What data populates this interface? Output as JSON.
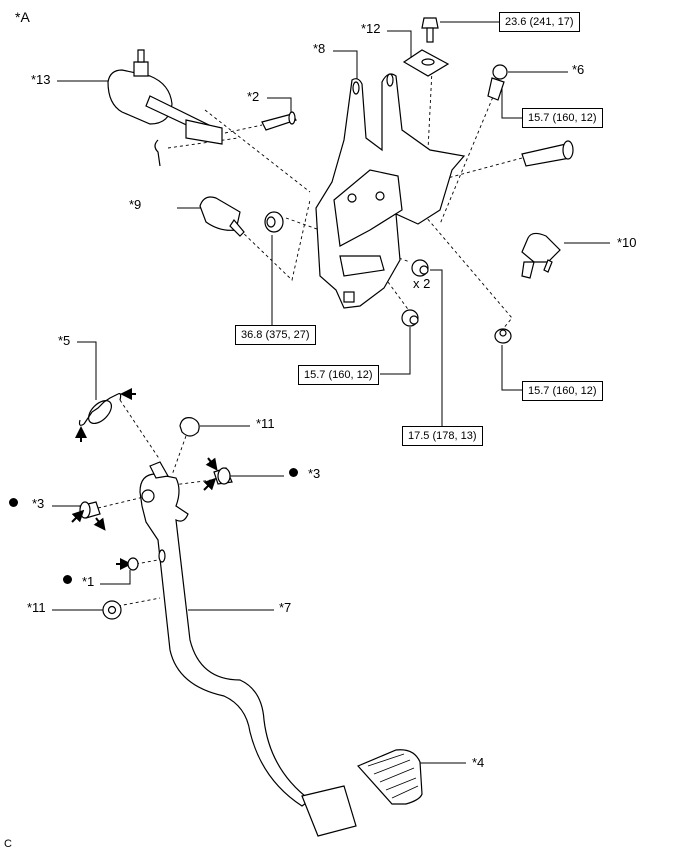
{
  "section_label": "*A",
  "corner_code": "C",
  "callouts": {
    "c1": "*1",
    "c2": "*2",
    "c3_left": "*3",
    "c3_right": "*3",
    "c4": "*4",
    "c5": "*5",
    "c6": "*6",
    "c7": "*7",
    "c8": "*8",
    "c9": "*9",
    "c10": "*10",
    "c11_top": "*11",
    "c11_bottom": "*11",
    "c12": "*12",
    "c13": "*13"
  },
  "torques": {
    "t_bolt12": "23.6 (241, 17)",
    "t_bolt6": "15.7 (160, 12)",
    "t_nut_left": "36.8 (375, 27)",
    "t_nut_center": "15.7 (160, 12)",
    "t_nut_right": "15.7 (160, 12)",
    "t_nut_x2": "17.5 (178, 13)"
  },
  "multiplier": "x 2",
  "colors": {
    "line": "#000000",
    "fill": "#ffffff",
    "shade": "#d9d9d9"
  },
  "icons": [
    "non-reusable-part-dot",
    "apply-grease-arrow"
  ]
}
